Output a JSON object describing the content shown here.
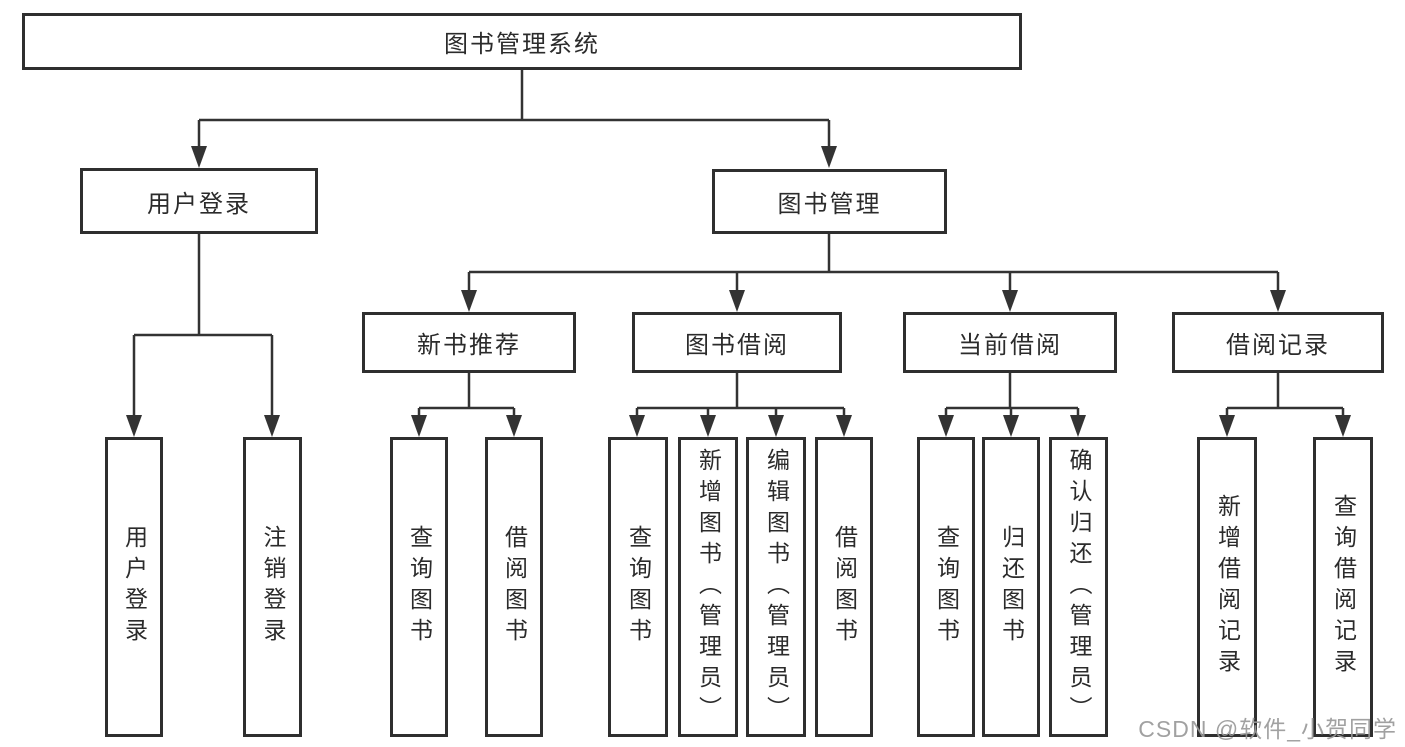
{
  "tree": {
    "root": "图书管理系统",
    "branches": [
      {
        "label": "用户登录",
        "children": [
          "用户登录",
          "注销登录"
        ]
      },
      {
        "label": "图书管理",
        "groups": [
          {
            "label": "新书推荐",
            "children": [
              "查询图书",
              "借阅图书"
            ]
          },
          {
            "label": "图书借阅",
            "children": [
              "查询图书",
              "新增图书（管理员）",
              "编辑图书（管理员）",
              "借阅图书"
            ]
          },
          {
            "label": "当前借阅",
            "children": [
              "查询图书",
              "归还图书",
              "确认归还（管理员）"
            ]
          },
          {
            "label": "借阅记录",
            "children": [
              "新增借阅记录",
              "查询借阅记录"
            ]
          }
        ]
      }
    ]
  },
  "watermark": "CSDN @软件_小贺同学",
  "colors": {
    "line": "#333333",
    "box_border": "#2f2f2f",
    "text": "#2b2b2b",
    "watermark": "#999999",
    "background": "#ffffff"
  }
}
